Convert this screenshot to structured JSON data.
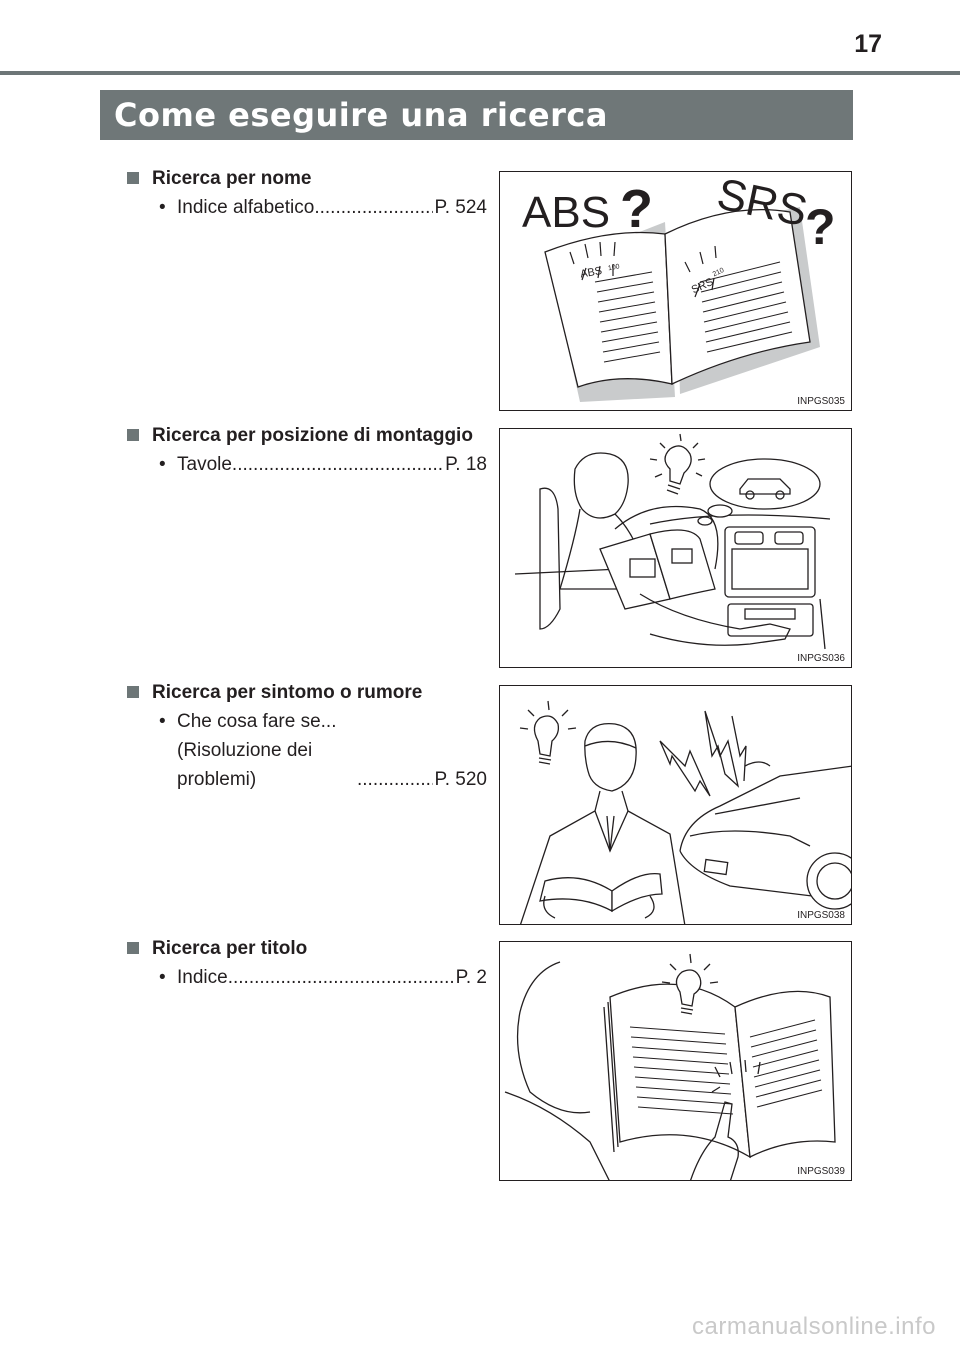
{
  "page": {
    "number": "17",
    "section_title": "Come eseguire una ricerca"
  },
  "items": [
    {
      "heading": "Ricerca per nome",
      "refs": [
        {
          "text": "Indice alfabetico",
          "page": "P. 524"
        }
      ],
      "figure_code": "INPGS035",
      "figure_labels": [
        "ABS",
        "?",
        "SRS",
        "?",
        "ABS",
        "100",
        "SRS",
        "210"
      ]
    },
    {
      "heading": "Ricerca per posizione di montaggio",
      "refs": [
        {
          "text": "Tavole",
          "page": "P. 18"
        }
      ],
      "figure_code": "INPGS036"
    },
    {
      "heading": "Ricerca per sintomo o rumore",
      "refs": [
        {
          "text": "Che cosa fare se... (Risoluzione dei problemi)",
          "page": "P. 520"
        }
      ],
      "figure_code": "INPGS038"
    },
    {
      "heading": "Ricerca per titolo",
      "refs": [
        {
          "text": "Indice",
          "page": "P. 2"
        }
      ],
      "figure_code": "INPGS039"
    }
  ],
  "bullet_char": "•",
  "watermark": "carmanualsonline.info",
  "colors": {
    "banner": "#6f7778",
    "rule": "#6d7677",
    "text": "#231f20"
  }
}
